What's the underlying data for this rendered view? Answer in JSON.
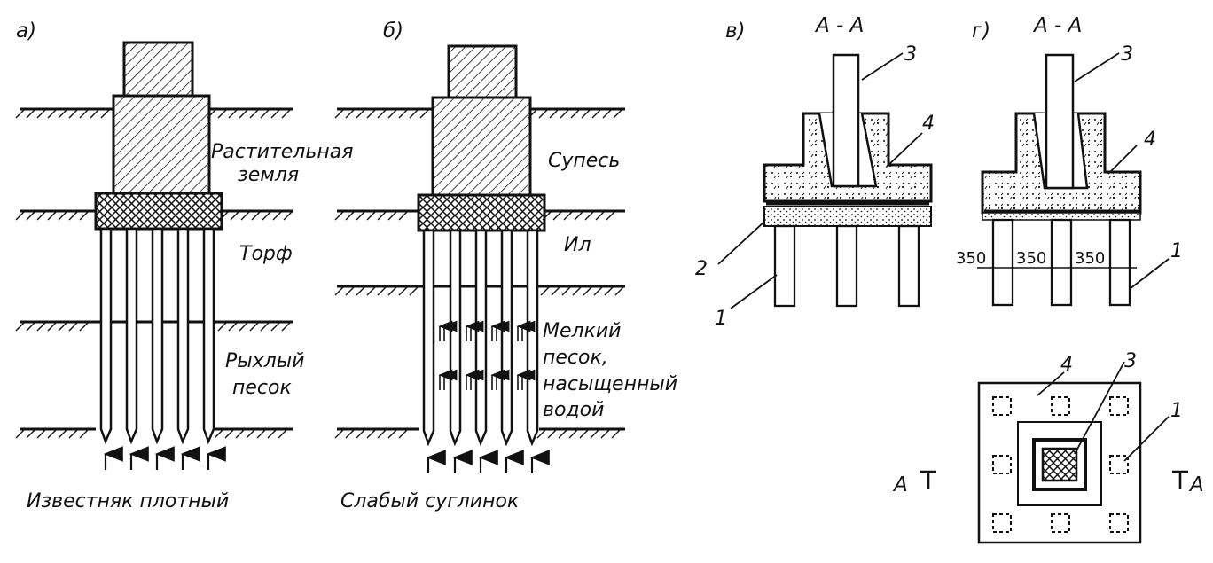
{
  "panel_labels": {
    "a": "а)",
    "b": "б)",
    "v": "в)",
    "g": "г)"
  },
  "section_titles": {
    "v": "А - А",
    "g": "А - А"
  },
  "soil_layers": {
    "a": {
      "layer1_line1": "Растительная",
      "layer1_line2": "земля",
      "layer2": "Торф",
      "layer3_line1": "Рыхлый",
      "layer3_line2": "песок",
      "base": "Известняк плотный"
    },
    "b": {
      "layer1": "Супесь",
      "layer2": "Ил",
      "layer3_line1": "Мелкий",
      "layer3_line2": "песок,",
      "layer3_line3": "насыщенный",
      "layer3_line4": "водой",
      "base": "Слабый суглинок"
    }
  },
  "callouts": {
    "v": {
      "pile": "1",
      "sand_bed": "2",
      "column": "3",
      "grillage": "4"
    },
    "g": {
      "pile": "1",
      "column": "3",
      "grillage": "4"
    },
    "plan": {
      "pile": "1",
      "column": "3",
      "grillage": "4"
    }
  },
  "dimensions": {
    "d1": "350",
    "d2": "350",
    "d3": "350"
  },
  "section_marks": {
    "left": "А",
    "right": "А"
  },
  "colors": {
    "ink": "#111111",
    "paper": "#ffffff"
  }
}
